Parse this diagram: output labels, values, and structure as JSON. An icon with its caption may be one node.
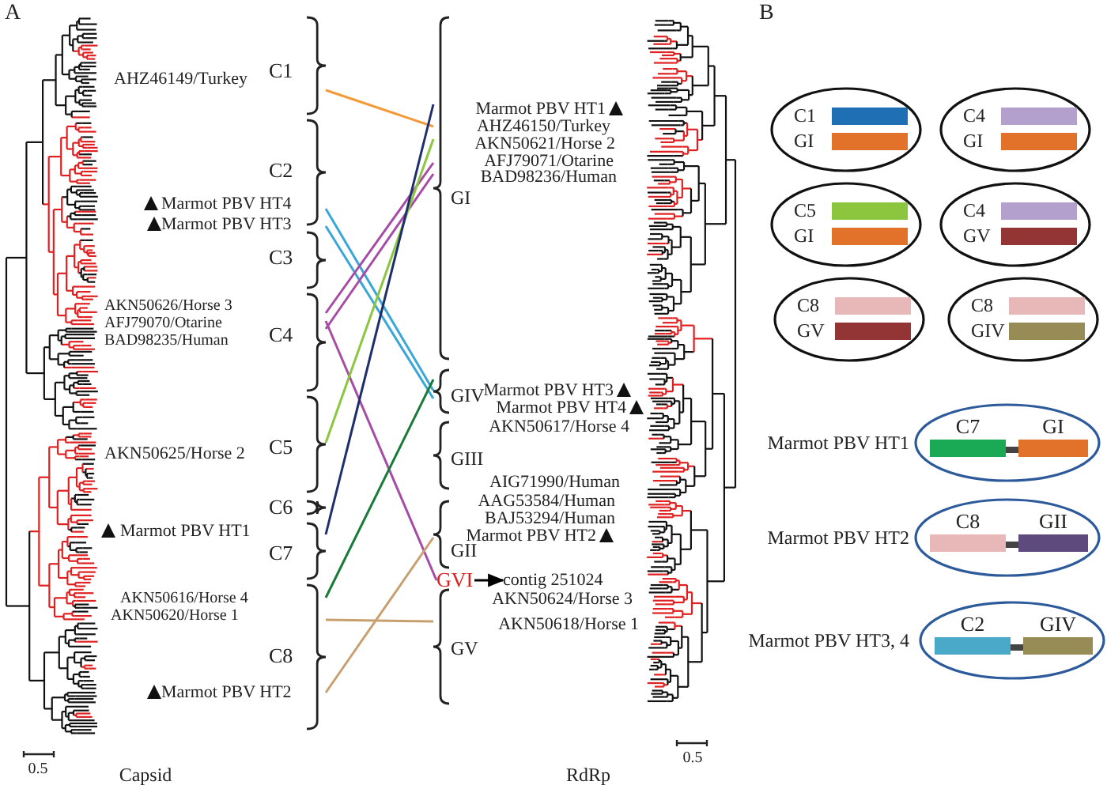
{
  "diagram": {
    "nodes": [
      {
        "text": [
          "C1"
        ]
      },
      {
        "text": [
          "C2"
        ]
      },
      {
        "text": [
          "C3"
        ]
      },
      {
        "text": [
          "C4"
        ]
      },
      {
        "text": [
          "C5"
        ]
      },
      {
        "text": [
          "C6"
        ]
      },
      {
        "text": [
          "C7"
        ]
      },
      {
        "text": [
          "C8"
        ]
      },
      {
        "text": [
          "GI"
        ]
      },
      {
        "text": [
          "GIV"
        ]
      },
      {
        "text": [
          "GIII"
        ]
      },
      {
        "text": [
          "GII"
        ]
      },
      {
        "text": [
          "GVI"
        ]
      },
      {
        "text": [
          "GV"
        ]
      },
      {
        "text": [
          "contig 251024"
        ]
      },
      {
        "text": [],
        "shape": "ellipse"
      },
      {
        "text": [
          "C1"
        ],
        "in": 15
      },
      {
        "text": [
          "GI"
        ],
        "in": 15
      },
      {
        "text": [],
        "shape": "ellipse"
      },
      {
        "text": [
          "C4"
        ],
        "in": 18
      },
      {
        "text": [
          "GI"
        ],
        "in": 18
      },
      {
        "text": [],
        "shape": "ellipse"
      },
      {
        "text": [
          "C5"
        ],
        "in": 21
      },
      {
        "text": [
          "GI"
        ],
        "in": 21
      },
      {
        "text": [],
        "shape": "ellipse"
      },
      {
        "text": [
          "C4"
        ],
        "in": 24
      },
      {
        "text": [
          "GV"
        ],
        "in": 24
      },
      {
        "text": [],
        "shape": "ellipse"
      },
      {
        "text": [
          "C8"
        ],
        "in": 27
      },
      {
        "text": [
          "GV"
        ],
        "in": 27
      },
      {
        "text": [],
        "shape": "ellipse"
      },
      {
        "text": [
          "C8"
        ],
        "in": 30
      },
      {
        "text": [
          "GIV"
        ],
        "in": 30
      },
      {
        "text": [],
        "shape": "ellipse",
        "beside": [
          "Marmot PBV HT1"
        ]
      },
      {
        "text": [
          "C7"
        ],
        "in": 33
      },
      {
        "text": [
          "GI"
        ],
        "in": 33
      },
      {
        "text": [],
        "shape": "ellipse",
        "beside": [
          "Marmot PBV HT2"
        ]
      },
      {
        "text": [
          "C8"
        ],
        "in": 36
      },
      {
        "text": [
          "GII"
        ],
        "in": 36
      },
      {
        "text": [],
        "shape": "ellipse",
        "beside": [
          "Marmot PBV HT3, 4"
        ]
      },
      {
        "text": [
          "C2"
        ],
        "in": 39
      },
      {
        "text": [
          "GIV"
        ],
        "in": 39
      }
    ],
    "edges": [
      {
        "from": 0,
        "to": 8,
        "arrow": "none",
        "color": "#f39a3a"
      },
      {
        "from": 1,
        "to": 9,
        "arrow": "none",
        "color": "#3aa6d8"
      },
      {
        "from": 1,
        "to": 9,
        "arrow": "none",
        "color": "#3aa6d8"
      },
      {
        "from": 3,
        "to": 8,
        "arrow": "none",
        "color": "#a64ca6"
      },
      {
        "from": 3,
        "to": 8,
        "arrow": "none",
        "color": "#a64ca6"
      },
      {
        "from": 3,
        "to": 12,
        "arrow": "none",
        "color": "#a64ca6"
      },
      {
        "from": 4,
        "to": 8,
        "arrow": "none",
        "color": "#8cc63f"
      },
      {
        "from": 6,
        "to": 8,
        "arrow": "none",
        "color": "#1f2f6e"
      },
      {
        "from": 7,
        "to": 9,
        "arrow": "none",
        "color": "#1a7a3a"
      },
      {
        "from": 7,
        "to": 13,
        "arrow": "none",
        "color": "#c8a070"
      },
      {
        "from": 7,
        "to": 11,
        "arrow": "none",
        "color": "#c8a070"
      },
      {
        "from": 12,
        "to": 14,
        "arrow": "to",
        "color": "#000000"
      },
      {
        "from": 34,
        "to": 35,
        "arrow": "none",
        "style": "thick",
        "color": "#444444"
      },
      {
        "from": 37,
        "to": 38,
        "arrow": "none",
        "style": "thick",
        "color": "#444444"
      },
      {
        "from": 40,
        "to": 41,
        "arrow": "none",
        "style": "thick",
        "color": "#444444"
      }
    ],
    "labels": [
      "A",
      "AHZ46149/Turkey",
      "Marmot PBV HT4",
      "Marmot PBV HT3",
      "AKN50626/Horse 3",
      "AFJ79070/Otarine",
      "BAD98235/Human",
      "AKN50625/Horse 2",
      "Marmot PBV HT1",
      "AKN50616/Horse 4",
      "AKN50620/Horse 1",
      "Marmot PBV HT2",
      "0.5",
      "Capsid",
      "Marmot PBV HT1",
      "AHZ46150/Turkey",
      "AKN50621/Horse 2",
      "AFJ79071/Otarine",
      "BAD98236/Human",
      "Marmot PBV HT3",
      "Marmot PBV HT4",
      "AKN50617/Horse 4",
      "AIG71990/Human",
      "AAG53584/Human",
      "BAJ53294/Human",
      "Marmot PBV HT2",
      "AKN50624/Horse 3",
      "AKN50618/Horse 1",
      "0.5",
      "RdRp",
      "B"
    ]
  }
}
